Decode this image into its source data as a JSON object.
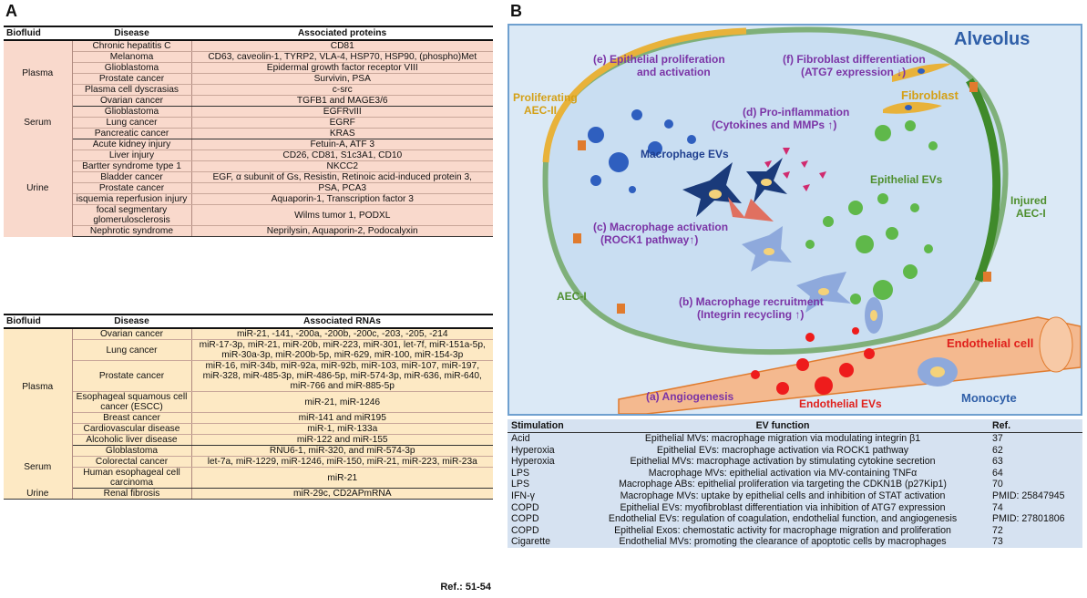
{
  "panel_a": {
    "letter": "A",
    "proteins_header": {
      "biofluid": "Biofluid",
      "disease": "Disease",
      "assoc": "Associated proteins"
    },
    "protein_groups": [
      {
        "biofluid": "Plasma",
        "rows": [
          [
            "Chronic hepatitis C",
            "CD81"
          ],
          [
            "Melanoma",
            "CD63, caveolin-1, TYRP2, VLA-4, HSP70, HSP90, (phospho)Met"
          ],
          [
            "Glioblastoma",
            "Epidermal growth factor receptor VIII"
          ],
          [
            "Prostate cancer",
            "Survivin, PSA"
          ],
          [
            "Plasma cell dyscrasias",
            "c-src"
          ],
          [
            "Ovarian cancer",
            "TGFB1 and MAGE3/6"
          ]
        ]
      },
      {
        "biofluid": "Serum",
        "rows": [
          [
            "Glioblastoma",
            "EGFRvIII"
          ],
          [
            "Lung cancer",
            "EGRF"
          ],
          [
            "Pancreatic cancer",
            "KRAS"
          ]
        ]
      },
      {
        "biofluid": "Urine",
        "rows": [
          [
            "Acute kidney injury",
            "Fetuin-A, ATF 3"
          ],
          [
            "Liver injury",
            "CD26, CD81, S1c3A1, CD10"
          ],
          [
            "Bartter syndrome type 1",
            "NKCC2"
          ],
          [
            "Bladder cancer",
            "EGF, α subunit of Gs, Resistin, Retinoic acid-induced protein 3,"
          ],
          [
            "Prostate cancer",
            "PSA, PCA3"
          ],
          [
            "isquemia reperfusion injury",
            "Aquaporin-1, Transcription factor 3"
          ],
          [
            "focal segmentary glomerulosclerosis",
            "Wilms tumor 1, PODXL"
          ],
          [
            "Nephrotic syndrome",
            "Neprilysin, Aquaporin-2, Podocalyxin"
          ]
        ]
      }
    ],
    "rnas_header": {
      "biofluid": "Biofluid",
      "disease": "Disease",
      "assoc": "Associated RNAs"
    },
    "rna_groups": [
      {
        "biofluid": "Plasma",
        "rows": [
          [
            "Ovarian cancer",
            "miR-21, -141, -200a, -200b, -200c, -203, -205, -214"
          ],
          [
            "Lung cancer",
            "miR-17-3p, miR-21, miR-20b, miR-223, miR-301, let-7f,  miR-151a-5p, miR-30a-3p, miR-200b-5p, miR-629, miR-100, miR-154-3p"
          ],
          [
            "Prostate cancer",
            "miR-16, miR-34b, miR-92a, miR-92b, miR-103, miR-107, miR-197, miR-328, miR-485-3p, miR-486-5p, miR-574-3p, miR-636, miR-640, miR-766 and miR-885-5p"
          ],
          [
            "Esophageal squamous cell cancer (ESCC)",
            "miR-21, miR-1246"
          ],
          [
            "Breast cancer",
            "miR-141 and miR195"
          ],
          [
            "Cardiovascular disease",
            "miR-1, miR-133a"
          ],
          [
            "Alcoholic liver disease",
            "miR-122 and miR-155"
          ]
        ]
      },
      {
        "biofluid": "Serum",
        "rows": [
          [
            "Globlastoma",
            "RNU6-1, miR-320, and miR-574-3p"
          ],
          [
            "Colorectal cancer",
            "let-7a, miR-1229, miR-1246, miR-150, miR-21, miR-223, miR-23a"
          ],
          [
            "Human esophageal cell carcinoma",
            "miR-21"
          ]
        ]
      },
      {
        "biofluid": "Urine",
        "rows": [
          [
            "Renal fibrosis",
            "miR-29c, CD2APmRNA"
          ]
        ]
      }
    ],
    "ref": "Ref.: 51-54"
  },
  "panel_b": {
    "letter": "B",
    "labels": {
      "alveolus": "Alveolus",
      "e_line1": "(e) Epithelial proliferation",
      "e_line2": "and activation",
      "f_line1": "(f) Fibroblast differentiation",
      "f_line2": "(ATG7 expression ↓)",
      "prolif1": "Proliferating",
      "prolif2": "AEC-II",
      "fibroblast": "Fibroblast",
      "d_line1": "(d) Pro-inflammation",
      "d_line2": "(Cytokines and MMPs ↑)",
      "mac_evs": "Macrophage EVs",
      "epi_evs": "Epithelial EVs",
      "injured1": "Injured",
      "injured2": "AEC-I",
      "c_line1": "(c) Macrophage activation",
      "c_line2": "(ROCK1 pathway↑)",
      "aec1": "AEC-I",
      "b_line1": "(b) Macrophage recruitment",
      "b_line2": "(Integrin recycling ↑)",
      "endo_cell": "Endothelial cell",
      "monocyte": "Monocyte",
      "a_label": "(a) Angiogenesis",
      "endo_evs": "Endothelial EVs"
    },
    "colors": {
      "purple": "#7b34a6",
      "navy": "#1f3f8f",
      "green": "#4f8f2f",
      "gold": "#d4a017",
      "red": "#e0201c",
      "alveolus_fill": "#dbe9f6"
    },
    "table": {
      "headers": [
        "Stimulation",
        "EV function",
        "Ref."
      ],
      "rows": [
        [
          "Acid",
          "Epithelial MVs: macrophage migration via modulating integrin β1",
          "37"
        ],
        [
          "Hyperoxia",
          "Epithelial EVs: macrophage activation via ROCK1 pathway",
          "62"
        ],
        [
          "Hyperoxia",
          "Epithelial MVs: macrophage activation by stimulating cytokine secretion",
          "63"
        ],
        [
          "LPS",
          "Macrophage MVs: epithelial activation via MV-containing TNFα",
          "64"
        ],
        [
          "LPS",
          "Macrophage ABs: epithelial proliferation via targeting the CDKN1B (p27Kip1)",
          "70"
        ],
        [
          "IFN-γ",
          "Macrophage MVs:  uptake by epithelial cells and inhibition of STAT activation",
          "PMID: 25847945"
        ],
        [
          "COPD",
          "Epithelial EVs: myofibroblast differentiation via inhibition of ATG7 expression",
          "74"
        ],
        [
          "COPD",
          "Endothelial EVs: regulation of coagulation, endothelial function, and angiogenesis",
          "PMID: 27801806"
        ],
        [
          "COPD",
          "Epithelial Exos: chemostatic activity for macrophage migration and proliferation",
          "72"
        ],
        [
          "Cigarette",
          "Endothelial MVs: promoting the clearance of apoptotic cells by macrophages",
          "73"
        ]
      ]
    }
  }
}
